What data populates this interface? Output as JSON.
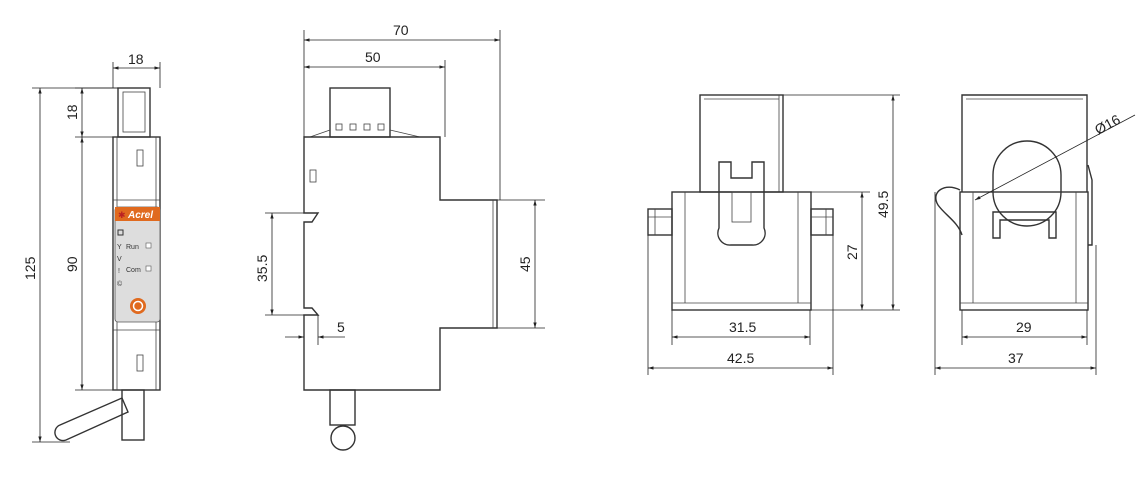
{
  "meter_front": {
    "width": "18",
    "connector_height": "18",
    "body_height": "90",
    "total_height": "125",
    "brand": "Acrel",
    "led_run": "Run",
    "led_com": "Com"
  },
  "meter_side": {
    "total_depth": "70",
    "connector_depth": "50",
    "rail_slot": "35.5",
    "front_height": "45",
    "offset": "5"
  },
  "ct_front": {
    "total_height": "49.5",
    "body_height": "27",
    "body_width": "31.5",
    "total_width": "42.5"
  },
  "ct_side": {
    "aperture": "Ø16",
    "body_width": "29",
    "total_width": "37"
  },
  "colors": {
    "brand_orange": "#e06a1f",
    "line": "#333333"
  }
}
